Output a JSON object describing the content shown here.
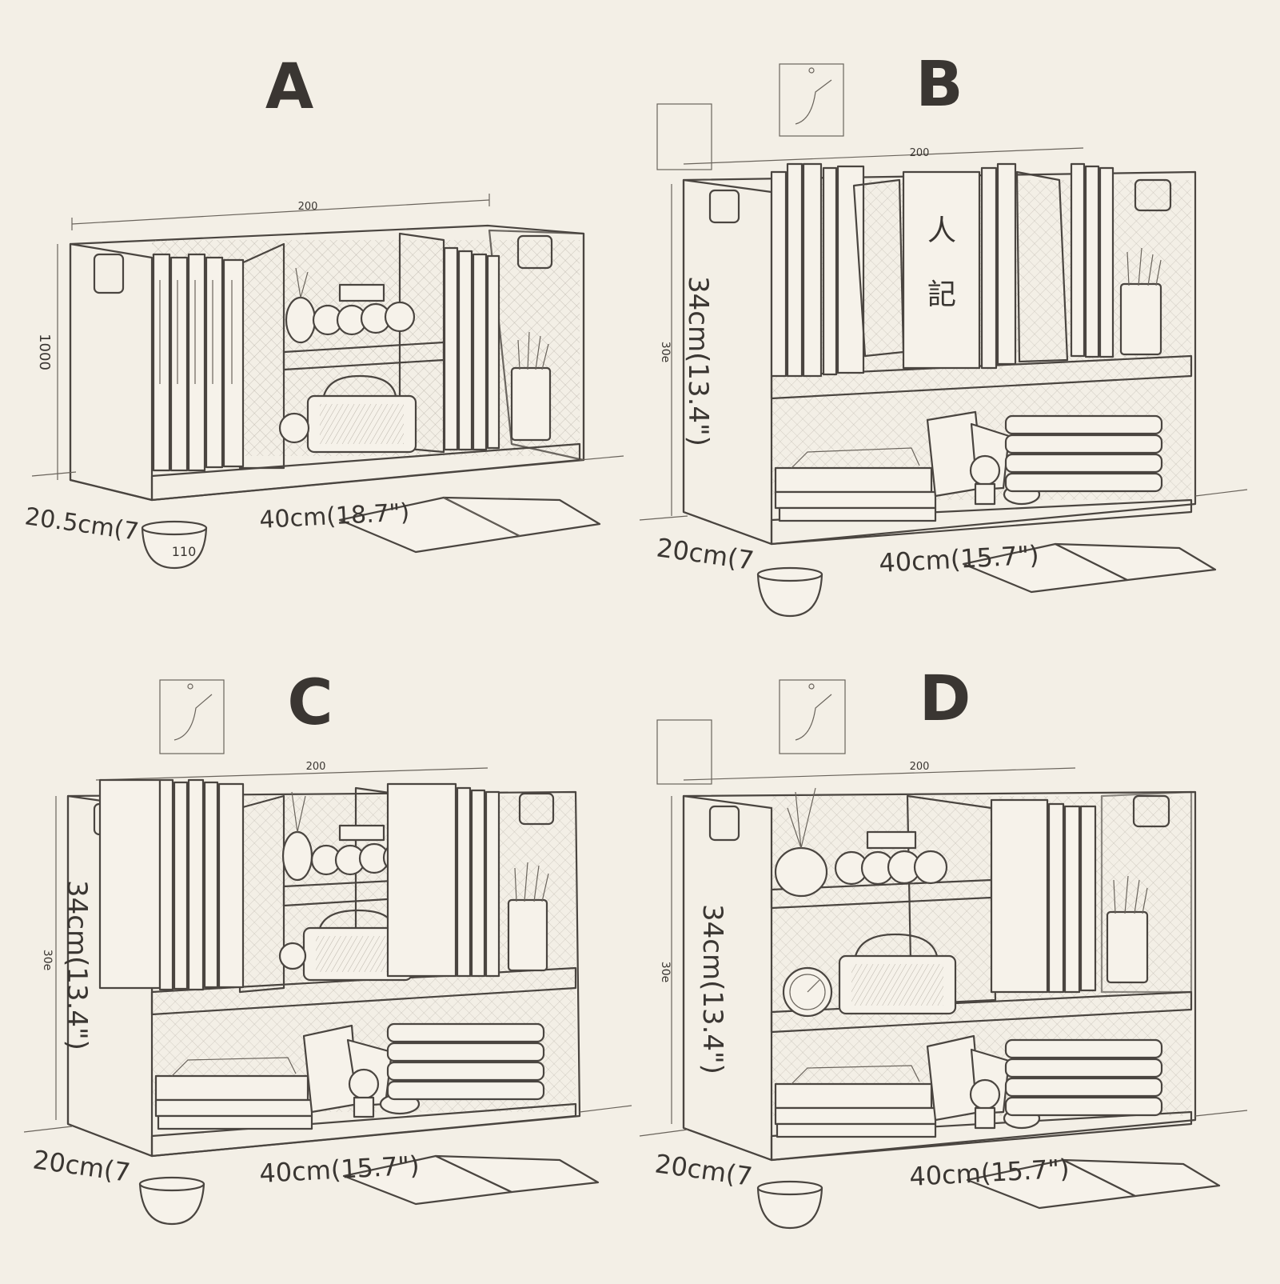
{
  "panels": [
    {
      "id": "A",
      "label": "A",
      "top_dim": "200",
      "height_dim": "1000",
      "depth_dim": "20.5cm(7",
      "width_dim": "40cm(18.7\")",
      "bowl_text": "110",
      "shelves": 1,
      "has_notes": false
    },
    {
      "id": "B",
      "label": "B",
      "top_dim": "200",
      "height_dim": "34cm(13.4\")",
      "side_dim": "30e",
      "depth_dim": "20cm(7",
      "width_dim": "40cm(15.7\")",
      "shelves": 2,
      "has_notes": true
    },
    {
      "id": "C",
      "label": "C",
      "top_dim": "200",
      "height_dim": "34cm(13.4\")",
      "side_dim": "30e",
      "depth_dim": "20cm(7",
      "width_dim": "40cm(15.7\")",
      "shelves": 2,
      "has_notes": true
    },
    {
      "id": "D",
      "label": "D",
      "top_dim": "200",
      "height_dim": "34cm(13.4\")",
      "side_dim": "30e",
      "depth_dim": "20cm(7",
      "width_dim": "40cm(15.7\")",
      "shelves": 3,
      "has_notes": true
    }
  ]
}
